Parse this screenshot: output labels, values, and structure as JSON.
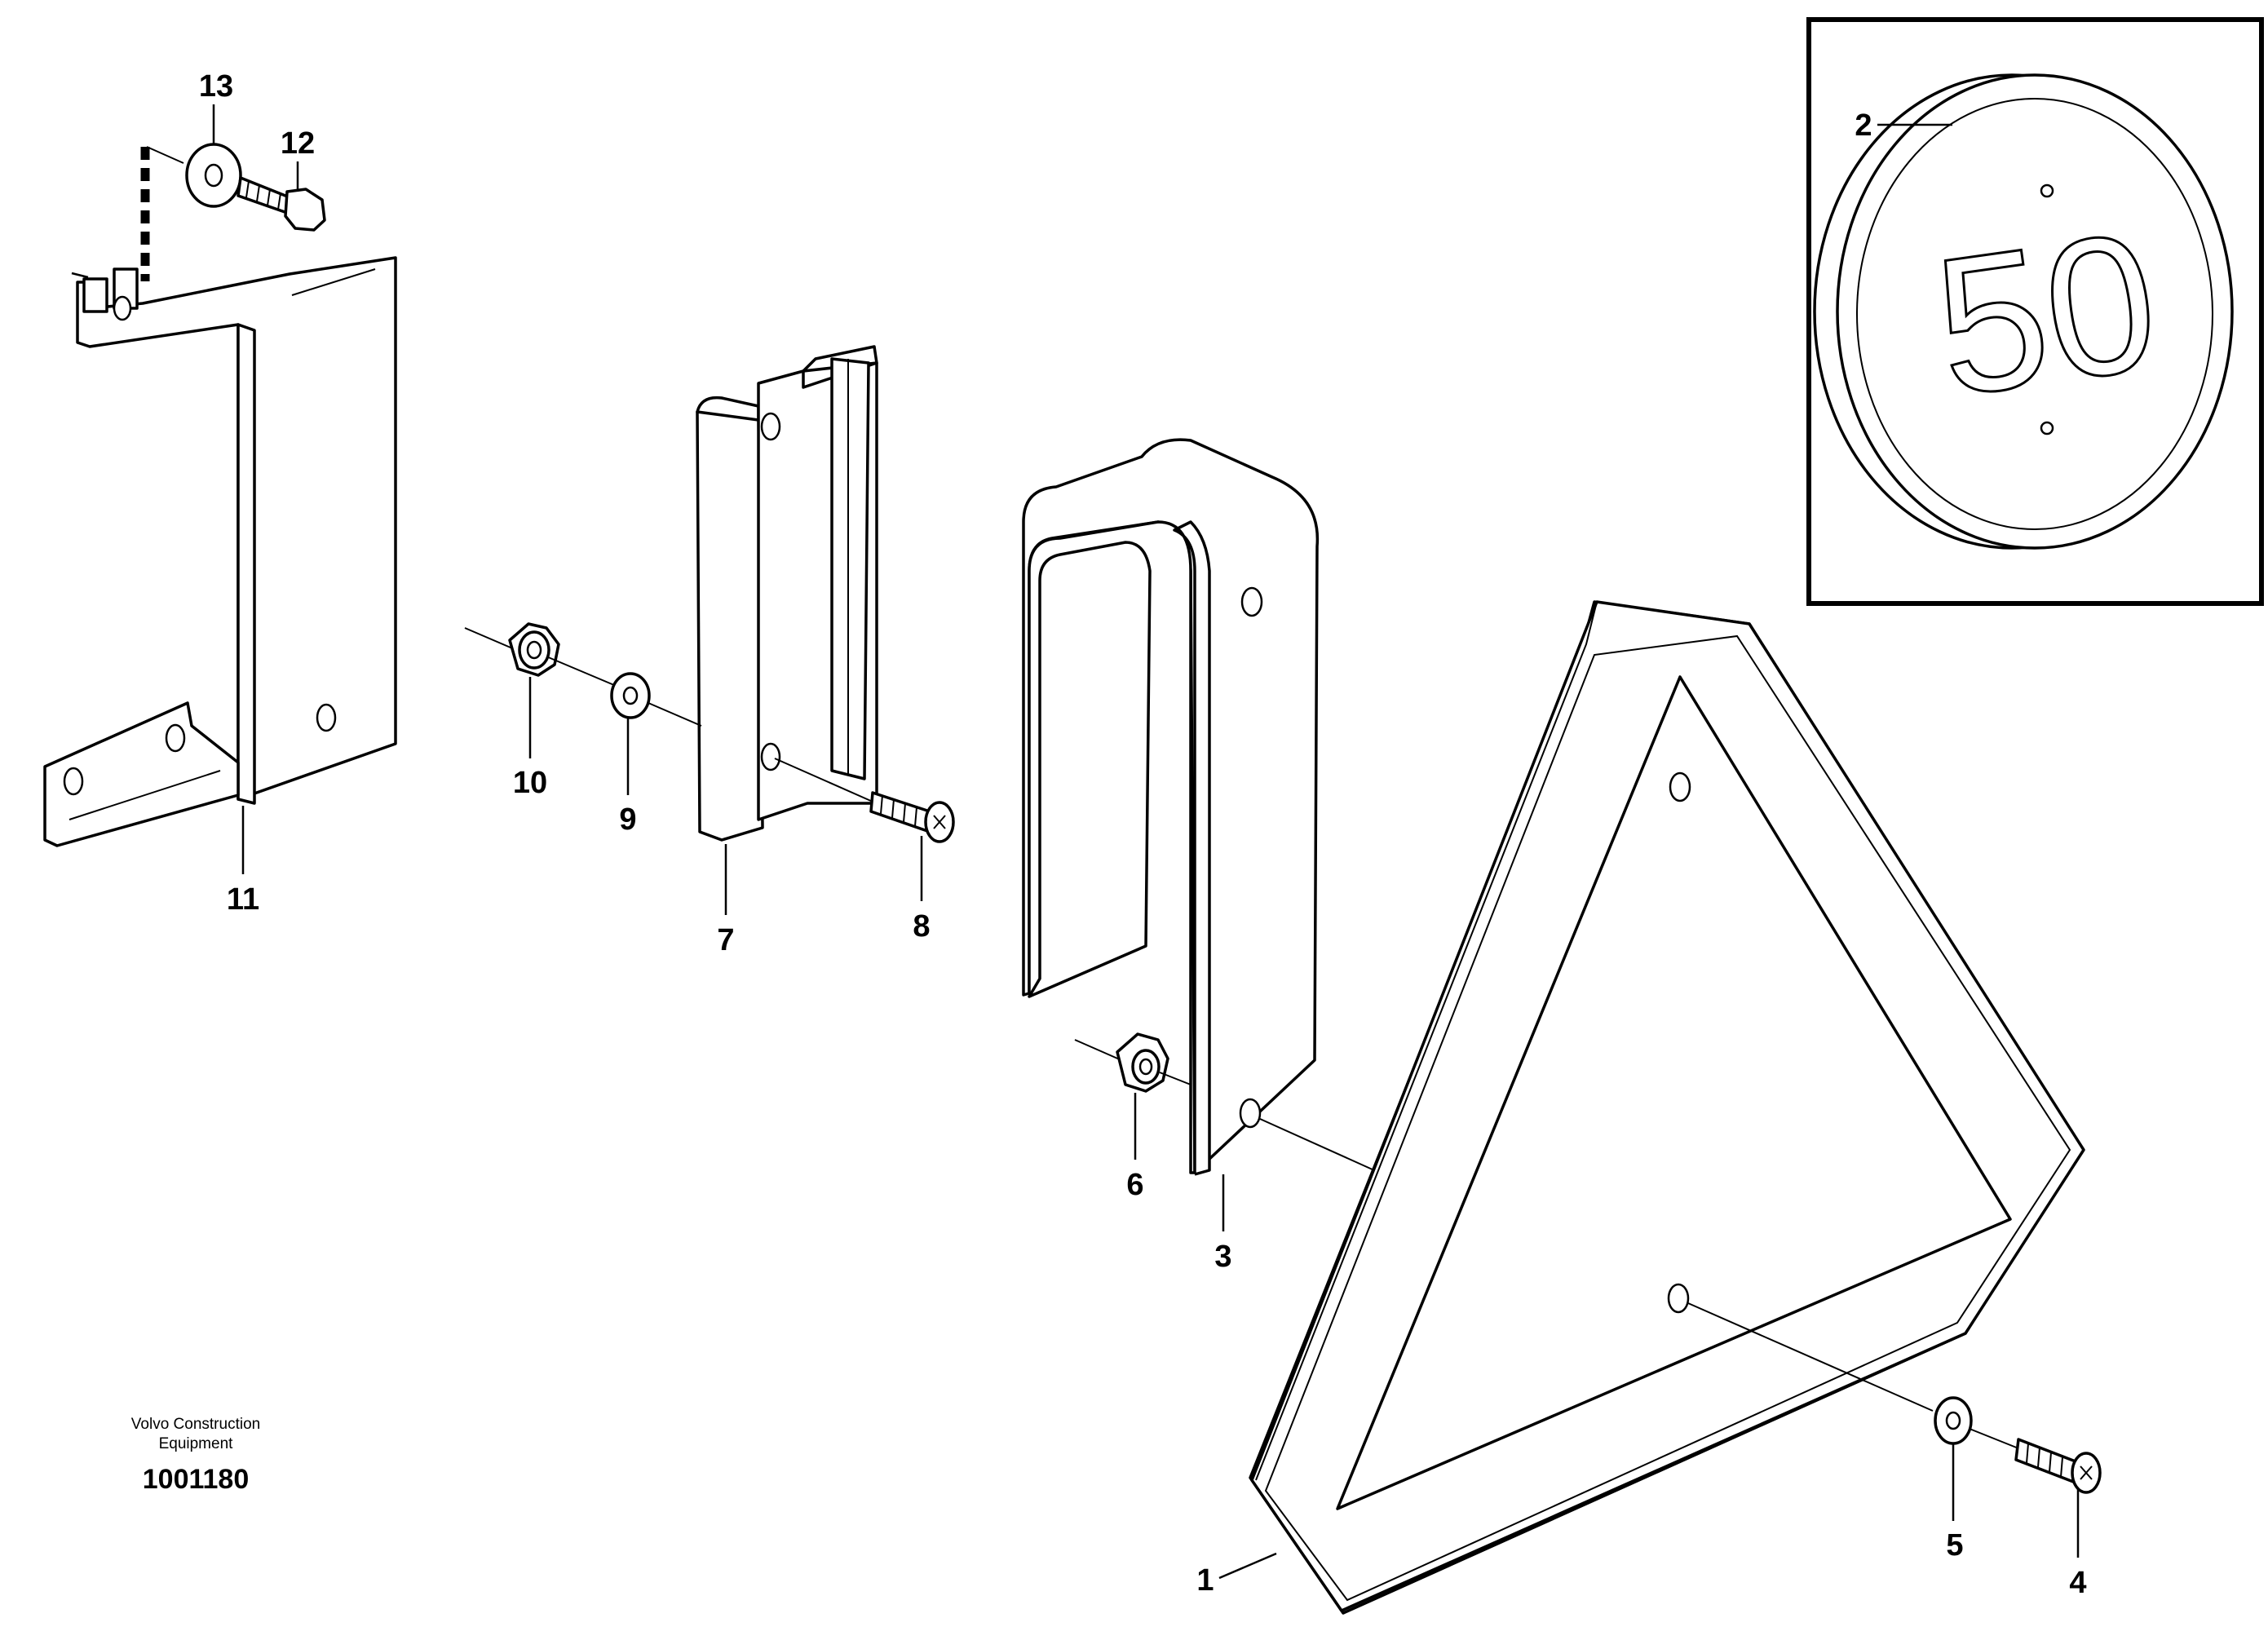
{
  "inset": {
    "sign_text": "50"
  },
  "callouts": {
    "c1": "1",
    "c2": "2",
    "c3": "3",
    "c4": "4",
    "c5": "5",
    "c6": "6",
    "c7": "7",
    "c8": "8",
    "c9": "9",
    "c10": "10",
    "c11": "11",
    "c12": "12",
    "c13": "13"
  },
  "caption": {
    "line1": "Volvo Construction",
    "line2": "Equipment",
    "docnum": "1001180"
  }
}
